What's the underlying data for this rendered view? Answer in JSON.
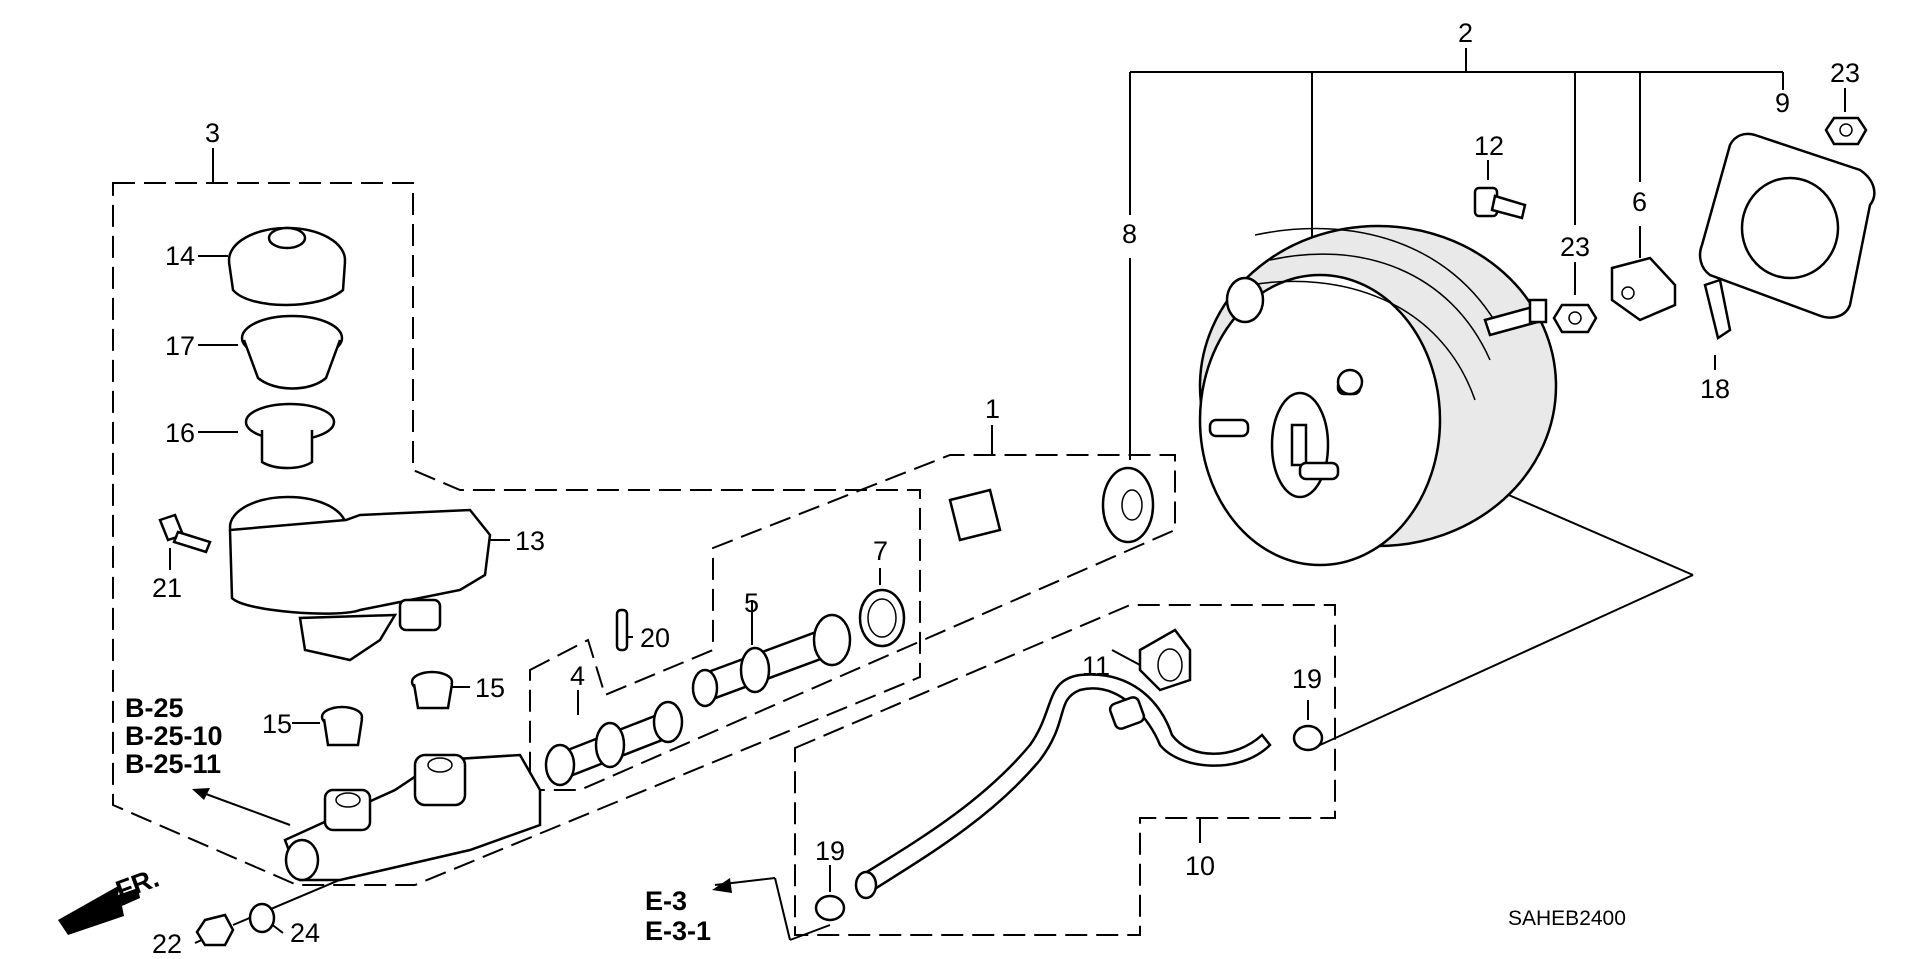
{
  "diagram_code": "SAHEB2400",
  "front_indicator": "FR.",
  "callouts": [
    "1",
    "2",
    "3",
    "4",
    "5",
    "6",
    "7",
    "8",
    "9",
    "10",
    "11",
    "12",
    "13",
    "14",
    "15",
    "15",
    "16",
    "17",
    "18",
    "19",
    "19",
    "20",
    "21",
    "22",
    "23",
    "23",
    "24"
  ],
  "references": {
    "left": [
      "B-25",
      "B-25-10",
      "B-25-11"
    ],
    "bottom": [
      "E-3",
      "E-3-1"
    ]
  }
}
